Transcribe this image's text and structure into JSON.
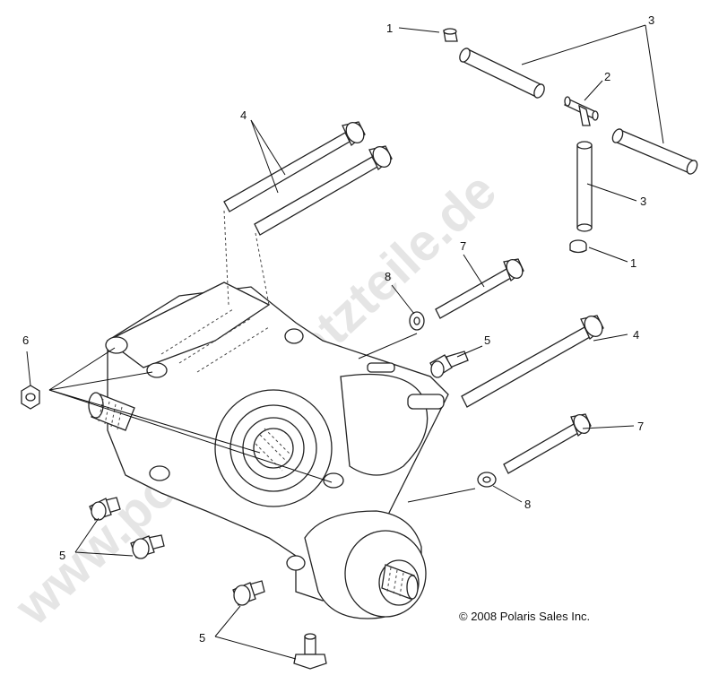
{
  "watermark": "www.polarisersatzteile.de",
  "copyright": "© 2008 Polaris Sales Inc.",
  "callouts": {
    "c1a": "1",
    "c1b": "1",
    "c2": "2",
    "c3a": "3",
    "c3b": "3",
    "c4a": "4",
    "c4b": "4",
    "c5a": "5",
    "c5b": "5",
    "c5c": "5",
    "c6": "6",
    "c7a": "7",
    "c7b": "7",
    "c8a": "8",
    "c8b": "8"
  },
  "colors": {
    "line": "#222222",
    "watermark": "#d0d0d0",
    "background": "#ffffff"
  }
}
